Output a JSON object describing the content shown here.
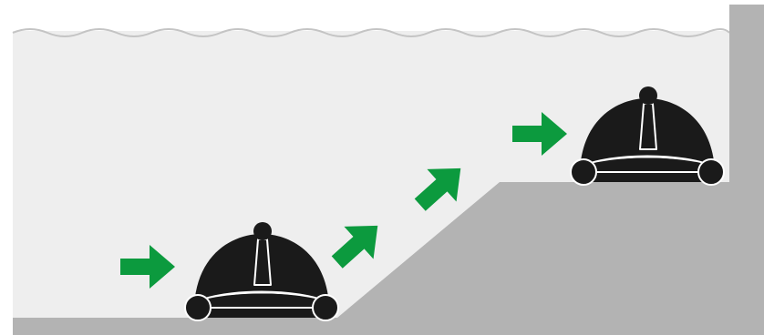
{
  "diagram": {
    "subject": "pool-cleaner-climbing-step",
    "colors": {
      "background": "#ffffff",
      "water": "#eeeeee",
      "pool_structure": "#b3b3b3",
      "robot_body": "#1a1a1a",
      "robot_outline": "#ffffff",
      "arrow": "#0c9a3e",
      "water_surface_line": "#c4c4c4"
    },
    "robots": [
      {
        "name": "robot-on-pool-floor"
      },
      {
        "name": "robot-on-upper-step"
      }
    ],
    "arrows": [
      {
        "name": "arrow-right-floor",
        "direction": "right"
      },
      {
        "name": "arrow-up-right-ramp-lower",
        "direction": "up-right"
      },
      {
        "name": "arrow-up-right-ramp-upper",
        "direction": "up-right"
      },
      {
        "name": "arrow-right-step",
        "direction": "right"
      }
    ]
  }
}
